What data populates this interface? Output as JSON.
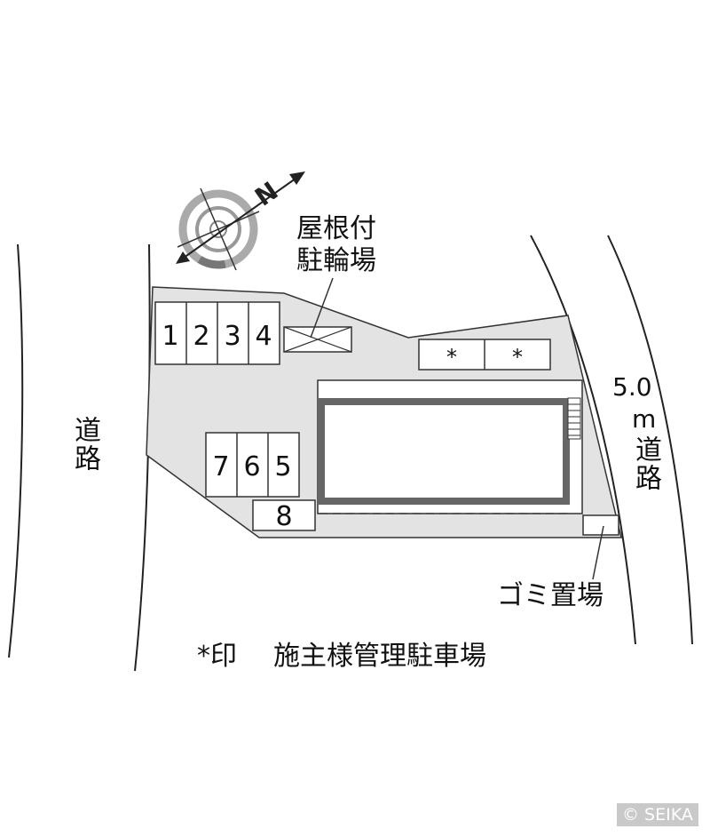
{
  "compass": {
    "north_letter": "N",
    "icon": "north-compass-icon"
  },
  "roads": {
    "left_road_label": "道路",
    "right_road_width": "5.0",
    "right_road_unit": "m",
    "right_road_label": "道路"
  },
  "facilities": {
    "roofed_bicycle_parking": "屋根付\n駐輪場",
    "garbage_area": "ゴミ置場"
  },
  "parking": {
    "top_row": [
      "1",
      "2",
      "3",
      "4"
    ],
    "middle_row": [
      "7",
      "6",
      "5"
    ],
    "bottom_space": "8",
    "owner_spaces": [
      "*",
      "*"
    ]
  },
  "legend": {
    "marker": "*印",
    "description": "施主様管理駐車場"
  },
  "colors": {
    "lot_fill": "#e3e3e3",
    "building_border": "#666666",
    "lines": "#333333"
  },
  "watermark": "© SEIKA"
}
